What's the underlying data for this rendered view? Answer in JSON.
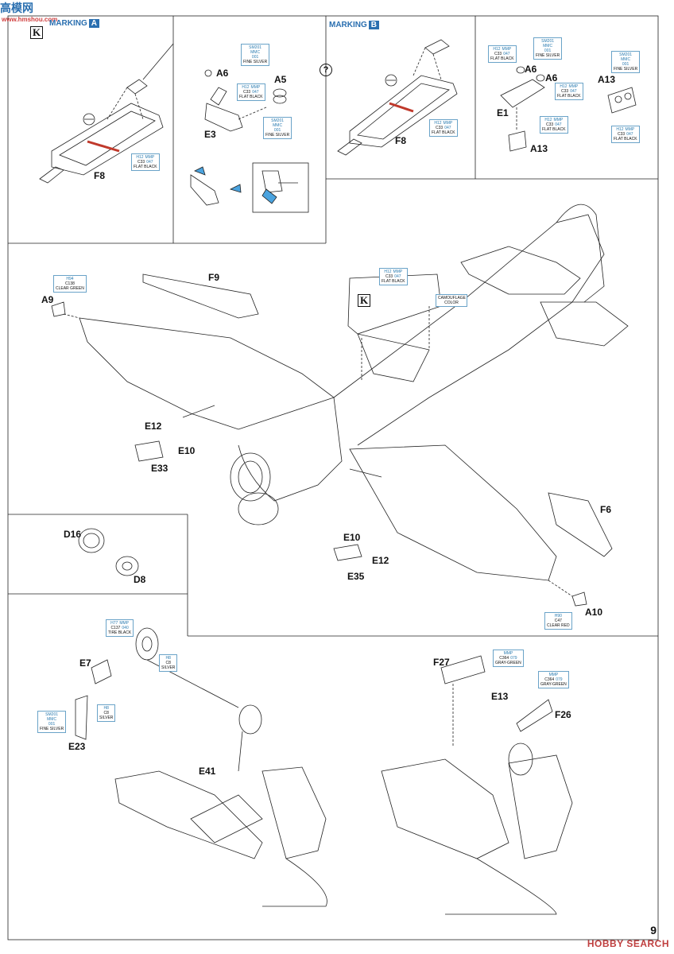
{
  "watermark": {
    "site": "高模网",
    "url": "www.hmshou.com"
  },
  "marking_a": {
    "text": "MARKING",
    "letter": "A"
  },
  "marking_b": {
    "text": "MARKING",
    "letter": "B"
  },
  "k_marker": "K",
  "question_mark": "?",
  "parts": {
    "F8a": "F8",
    "A6a": "A6",
    "A5": "A5",
    "E3": "E3",
    "F8b": "F8",
    "A6b": "A6",
    "A6c": "A6",
    "E1": "E1",
    "A13a": "A13",
    "A13b": "A13",
    "F9": "F9",
    "A9": "A9",
    "K": "K",
    "E12a": "E12",
    "E10a": "E10",
    "E33": "E33",
    "F6": "F6",
    "E10b": "E10",
    "E12b": "E12",
    "E35": "E35",
    "A10": "A10",
    "D16": "D16",
    "D8": "D8",
    "E7": "E7",
    "E23": "E23",
    "E41": "E41",
    "F27": "F27",
    "E13": "E13",
    "F26": "F26"
  },
  "paints": {
    "fine_silver_a": {
      "top": "SM201",
      "mmc": "MMC",
      "code": "001",
      "name": "FINE SILVER"
    },
    "flat_black_a": {
      "gunze": "H12",
      "mmp": "MMP",
      "c": "C33",
      "code": "047",
      "name": "FLAT BLACK"
    },
    "flat_black_b": {
      "gunze": "H12",
      "mmp": "MMP",
      "c": "C33",
      "code": "047",
      "name": "FLAT BLACK"
    },
    "fine_silver_b": {
      "top": "SM201",
      "mmc": "MMC",
      "code": "001",
      "name": "FINE SILVER"
    },
    "flat_black_c": {
      "gunze": "H12",
      "mmp": "MMP",
      "c": "C33",
      "code": "047",
      "name": "FLAT BLACK"
    },
    "flat_black_d": {
      "gunze": "H12",
      "mmp": "MMP",
      "c": "C33",
      "code": "047",
      "name": "FLAT BLACK"
    },
    "fine_silver_c": {
      "top": "SM201",
      "mmc": "MMC",
      "code": "001",
      "name": "FINE SILVER"
    },
    "flat_black_e": {
      "gunze": "H12",
      "mmp": "MMP",
      "c": "C33",
      "code": "047",
      "name": "FLAT BLACK"
    },
    "flat_black_f": {
      "gunze": "H12",
      "mmp": "MMP",
      "c": "C33",
      "code": "047",
      "name": "FLAT BLACK"
    },
    "fine_silver_d": {
      "top": "SM201",
      "mmc": "MMC",
      "code": "001",
      "name": "FINE SILVER"
    },
    "flat_black_g": {
      "gunze": "H12",
      "mmp": "MMP",
      "c": "C33",
      "code": "047",
      "name": "FLAT BLACK"
    },
    "clear_green": {
      "gunze": "H94",
      "c": "C138",
      "name": "CLEAR GREEN"
    },
    "flat_black_h": {
      "gunze": "H12",
      "mmp": "MMP",
      "c": "C33",
      "code": "047",
      "name": "FLAT BLACK"
    },
    "camouflage": {
      "name": "CAMOUFLAGE COLOR"
    },
    "clear_red": {
      "gunze": "H90",
      "c": "C47",
      "name": "CLEAR RED"
    },
    "tire_black": {
      "gunze": "H77",
      "mmp": "MMP",
      "c": "C137",
      "code": "040",
      "name": "TIRE BLACK"
    },
    "silver_a": {
      "gunze": "H8",
      "c": "C8",
      "name": "SILVER"
    },
    "silver_b": {
      "gunze": "H8",
      "c": "C8",
      "name": "SILVER"
    },
    "fine_silver_e": {
      "top": "SM201",
      "mmc": "MMC",
      "code": "001",
      "name": "FINE SILVER"
    },
    "gray_green_a": {
      "mmp": "MMP",
      "c": "C364",
      "code": "079",
      "name": "GRAY-GREEN"
    },
    "gray_green_b": {
      "mmp": "MMP",
      "c": "C364",
      "code": "079",
      "name": "GRAY-GREEN"
    }
  },
  "footer": {
    "page_number": "9",
    "brand": "HOBBY SEARCH"
  },
  "colors": {
    "line": "#222222",
    "accent_blue": "#2a6fb0",
    "red": "#c0392b",
    "blue_part": "#4aa3df"
  }
}
